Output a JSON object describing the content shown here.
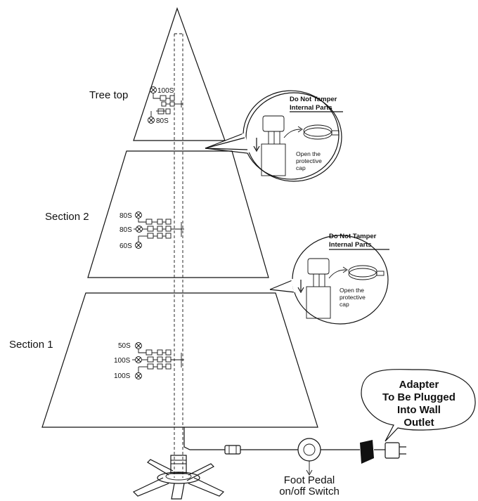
{
  "sections": {
    "top": {
      "label": "Tree top",
      "bulbs": [
        "100S",
        "80S"
      ]
    },
    "middle": {
      "label": "Section 2",
      "bulbs": [
        "80S",
        "80S",
        "60S"
      ]
    },
    "bottom": {
      "label": "Section 1",
      "bulbs": [
        "50S",
        "100S",
        "100S"
      ]
    }
  },
  "callouts": [
    {
      "warning_line1": "Do Not Tamper",
      "warning_line2": "Internal Parts",
      "note_line1": "Open the",
      "note_line2": "protective",
      "note_line3": "cap"
    },
    {
      "warning_line1": "Do Not Tamper",
      "warning_line2": "Internal Parts",
      "note_line1": "Open the",
      "note_line2": "protective",
      "note_line3": "cap"
    }
  ],
  "adapter": {
    "line1": "Adapter",
    "line2": "To Be Plugged",
    "line3": "Into Wall",
    "line4": "Outlet"
  },
  "foot_pedal": {
    "line1": "Foot Pedal",
    "line2": "on/off Switch"
  },
  "colors": {
    "ink": "#111111",
    "background": "#ffffff"
  }
}
